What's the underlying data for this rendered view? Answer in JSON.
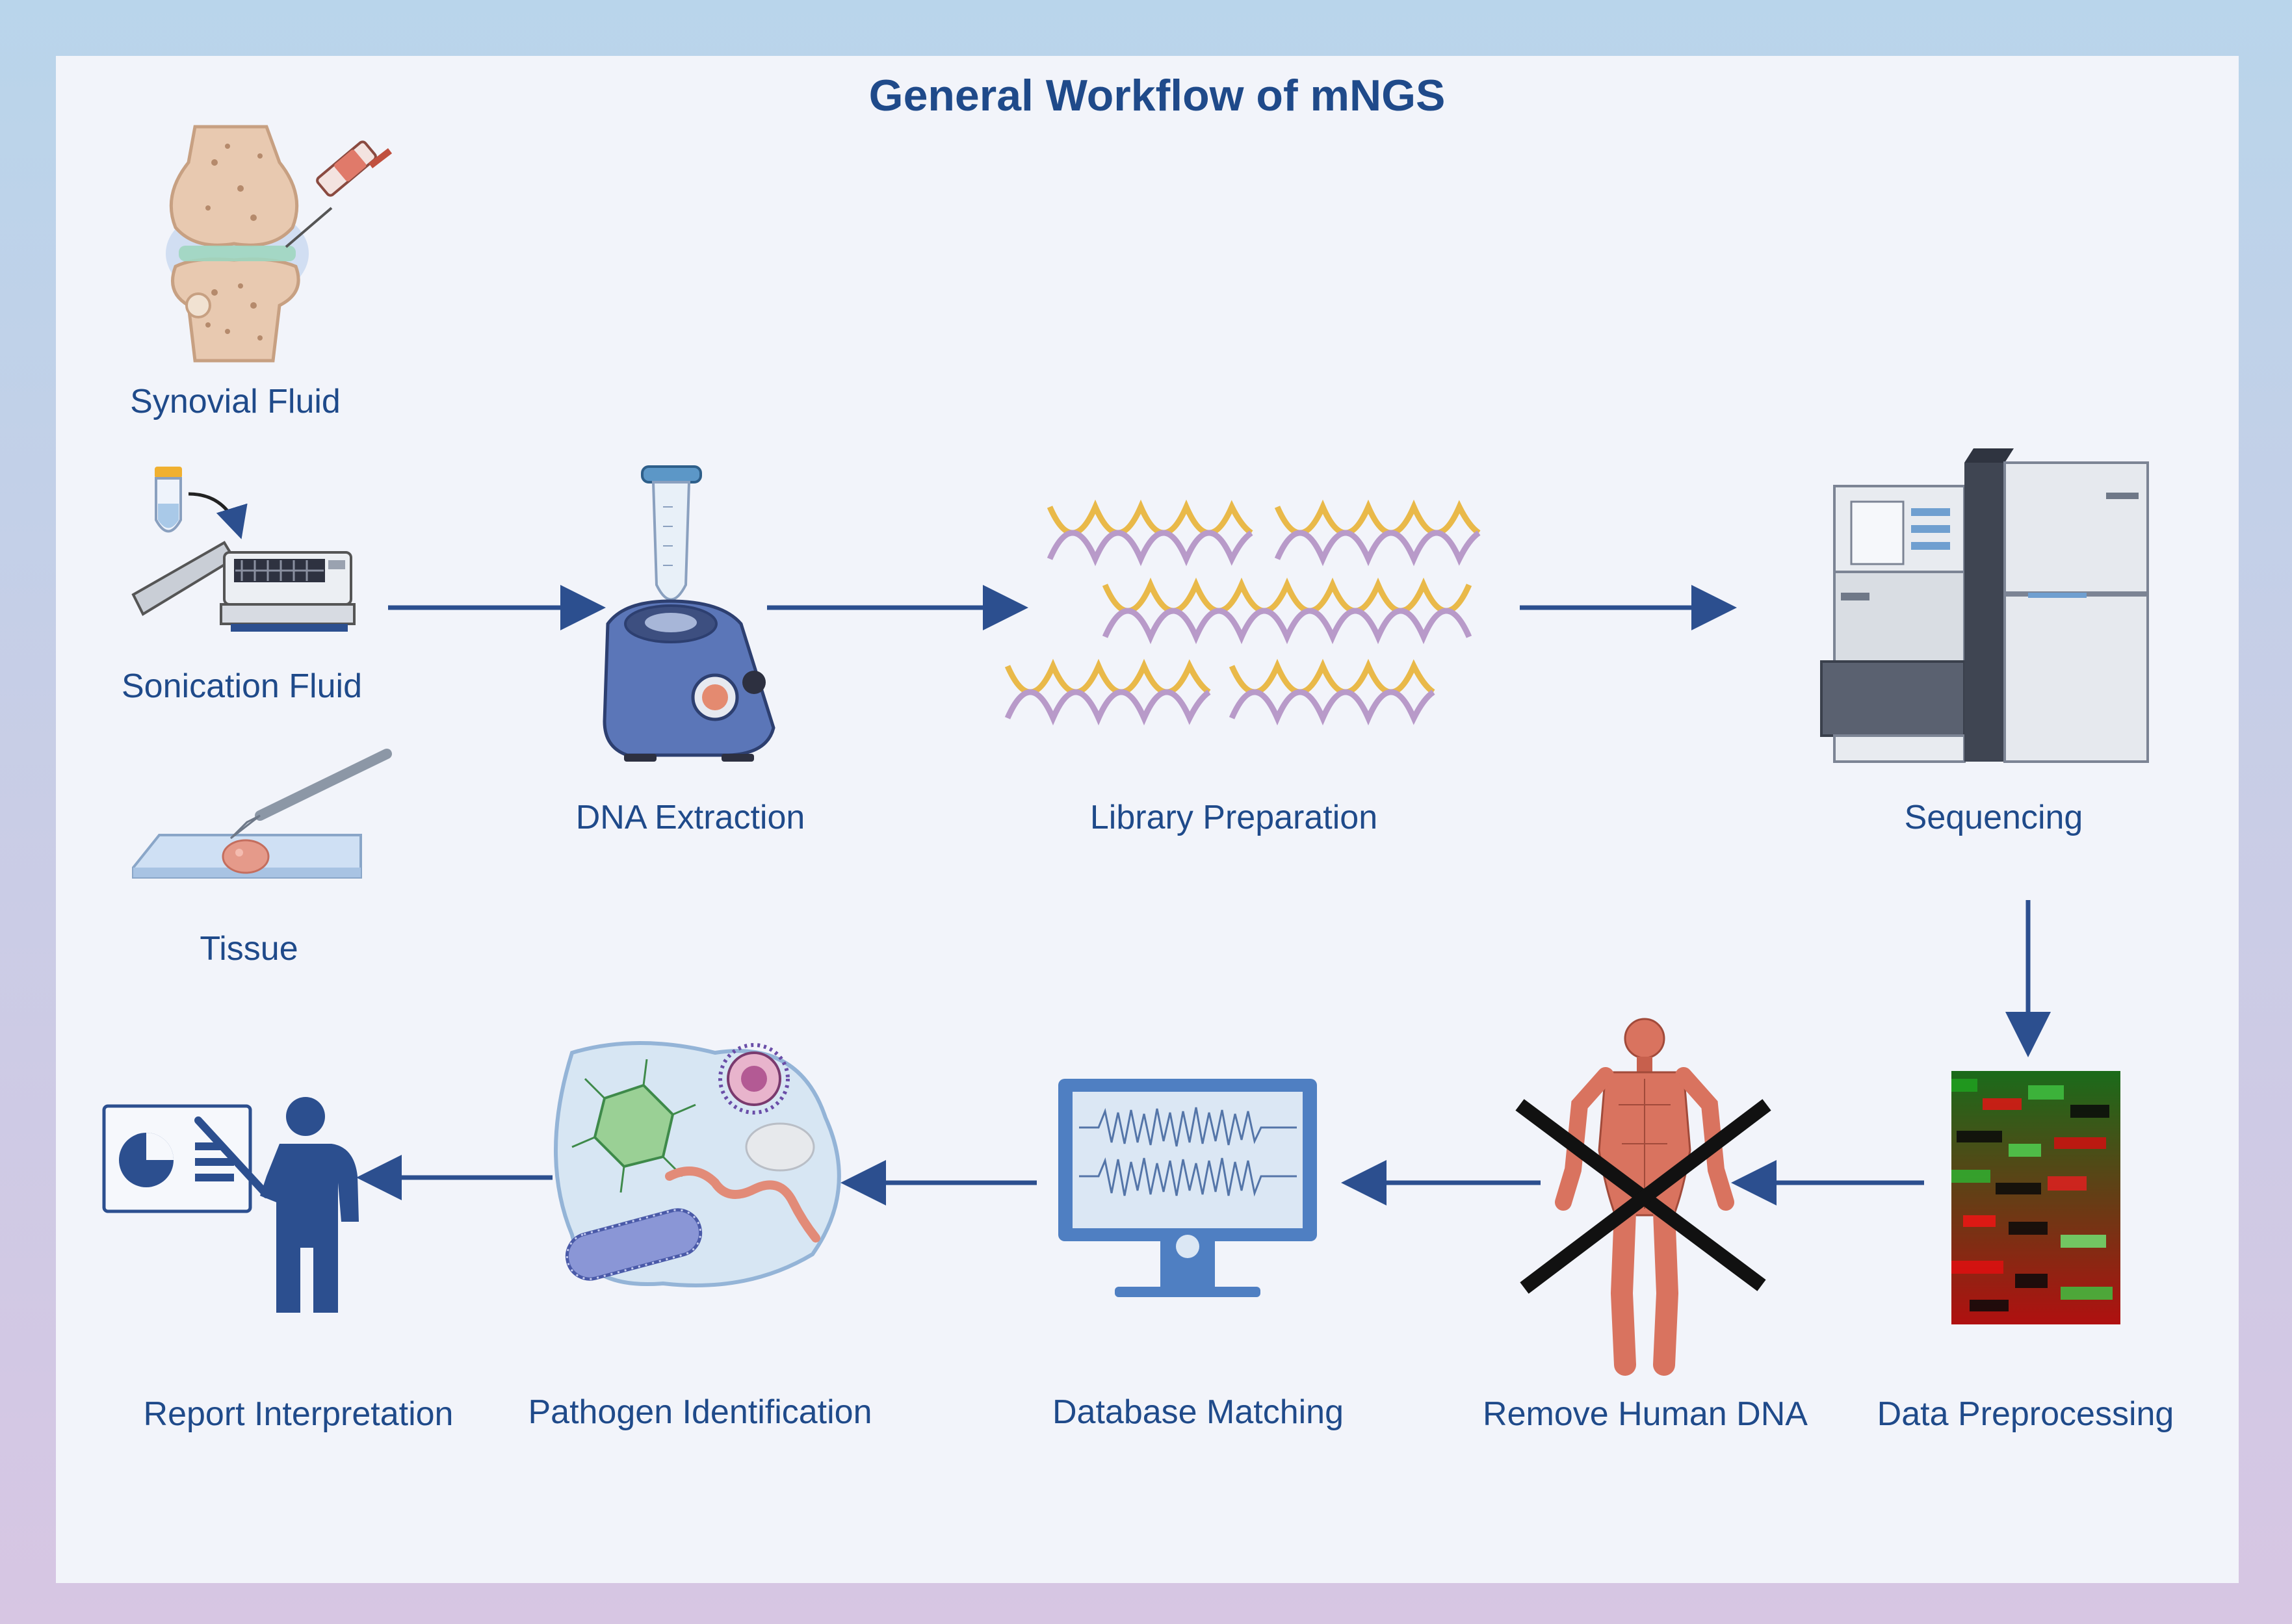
{
  "title": "General Workflow of mNGS",
  "samples": {
    "synovial": "Synovial Fluid",
    "sonication": "Sonication Fluid",
    "tissue": "Tissue"
  },
  "steps": {
    "dna_extraction": "DNA Extraction",
    "library_preparation": "Library Preparation",
    "sequencing": "Sequencing",
    "data_preprocessing": "Data Preprocessing",
    "remove_human_dna": "Remove Human DNA",
    "database_matching": "Database Matching",
    "pathogen_identification": "Pathogen Identification",
    "report_interpretation": "Report Interpretation"
  },
  "colors": {
    "text": "#1f4a8a",
    "arrow": "#2c4f8f",
    "border_top": "#b9d5eb",
    "border_bottom": "#d7c6e3"
  }
}
